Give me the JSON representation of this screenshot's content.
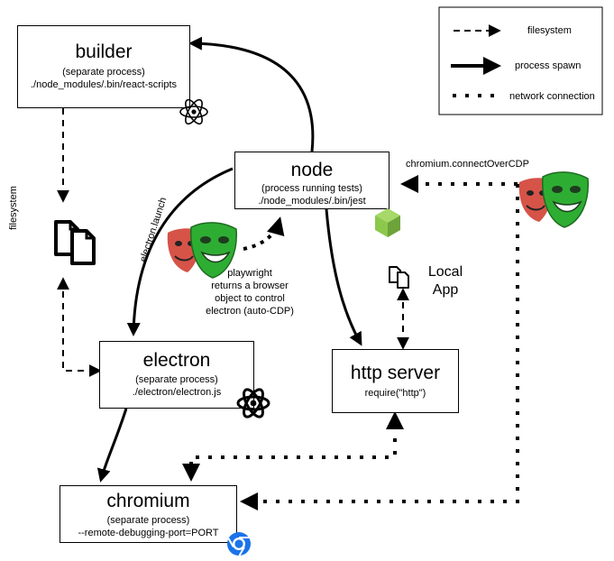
{
  "legend": {
    "filesystem": "filesystem",
    "process_spawn": "process spawn",
    "network_connection": "network connection"
  },
  "nodes": {
    "builder": {
      "title": "builder",
      "line1": "(separate process)",
      "line2": "./node_modules/.bin/react-scripts"
    },
    "node": {
      "title": "node",
      "line1": "(process running tests)",
      "line2": "./node_modules/.bin/jest"
    },
    "electron": {
      "title": "electron",
      "line1": "(separate process)",
      "line2": "./electron/electron.js"
    },
    "http_server": {
      "title": "http server",
      "line1": "require(\"http\")"
    },
    "chromium": {
      "title": "chromium",
      "line1": "(separate process)",
      "line2": "--remote-debugging-port=PORT"
    }
  },
  "labels": {
    "filesystem_side": "filesystem",
    "electron_launch": "electron.launch",
    "connect_over_cdp": "chromium.connectOverCDP",
    "playwright_note": [
      "playwright",
      "returns a browser",
      "object to control",
      "electron (auto-CDP)"
    ],
    "local_app": [
      "Local",
      "App"
    ]
  },
  "icons": [
    "react-icon",
    "nodejs-icon",
    "electron-icon",
    "chrome-icon",
    "playwright-icon",
    "files-icon"
  ],
  "colors": {
    "playwright_red": "#D65348",
    "playwright_green": "#2EAD33",
    "node_green": "#8CC84B",
    "chrome_blue": "#1A73E8"
  }
}
